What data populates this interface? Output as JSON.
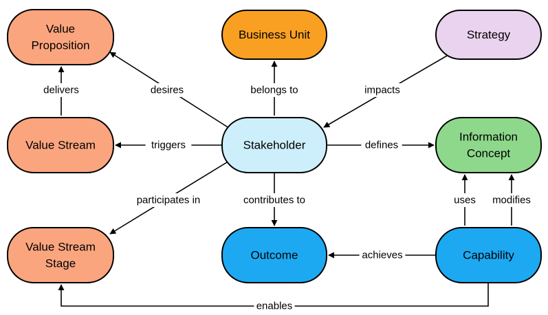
{
  "colors": {
    "orange_light": "#fba57f",
    "orange": "#f9a023",
    "purple": "#ead3ef",
    "blue_light": "#cdeefb",
    "green": "#8ed88b",
    "blue": "#1da9f2"
  },
  "nodes": {
    "value_proposition": {
      "lines": [
        "Value",
        "Proposition"
      ],
      "color": "#fba57f"
    },
    "business_unit": {
      "lines": [
        "Business Unit"
      ],
      "color": "#f9a023"
    },
    "strategy": {
      "lines": [
        "Strategy"
      ],
      "color": "#ead3ef"
    },
    "value_stream": {
      "lines": [
        "Value Stream"
      ],
      "color": "#fba57f"
    },
    "stakeholder": {
      "lines": [
        "Stakeholder"
      ],
      "color": "#cdeefb"
    },
    "information_concept": {
      "lines": [
        "Information",
        "Concept"
      ],
      "color": "#8ed88b"
    },
    "value_stream_stage": {
      "lines": [
        "Value Stream",
        "Stage"
      ],
      "color": "#fba57f"
    },
    "outcome": {
      "lines": [
        "Outcome"
      ],
      "color": "#1da9f2"
    },
    "capability": {
      "lines": [
        "Capability"
      ],
      "color": "#1da9f2"
    }
  },
  "edges": {
    "delivers": "delivers",
    "desires": "desires",
    "belongs_to": "belongs to",
    "impacts": "impacts",
    "triggers": "triggers",
    "defines": "defines",
    "participates_in": "participates in",
    "contributes_to": "contributes to",
    "uses": "uses",
    "modifies": "modifies",
    "achieves": "achieves",
    "enables": "enables"
  }
}
